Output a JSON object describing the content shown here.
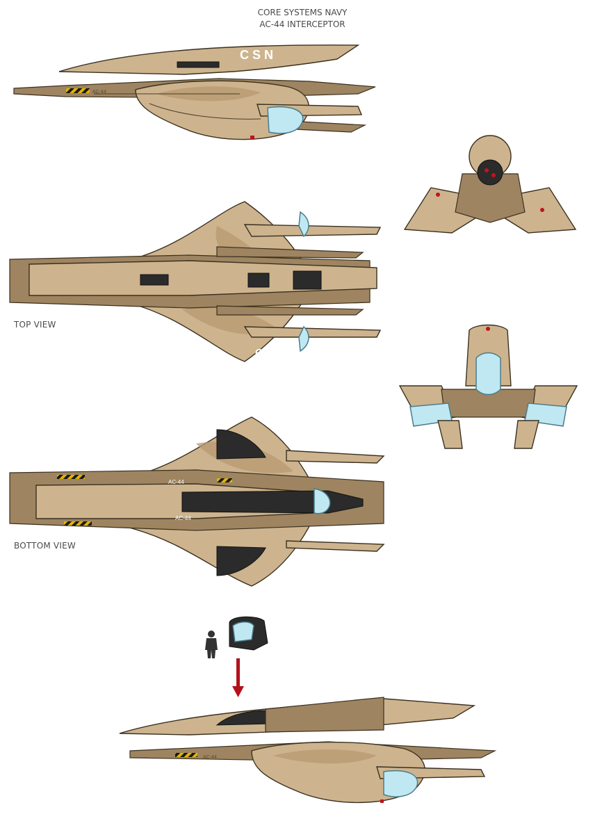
{
  "title": {
    "line1": "CORE SYSTEMS NAVY",
    "line2": "AC-44 INTERCEPTOR"
  },
  "hull_marking": "C S N",
  "registry_marks": {
    "side": "AC-44",
    "bottom_a": "AC-44",
    "bottom_b": "AC-44"
  },
  "view_labels": {
    "top": "TOP VIEW",
    "bottom": "BOTTOM VIEW"
  },
  "colors": {
    "hull": "#cdb48e",
    "hull_dark": "#9e8460",
    "camo": "#b79a70",
    "glow": "#bfe8f2",
    "arrow": "#b3121b"
  }
}
